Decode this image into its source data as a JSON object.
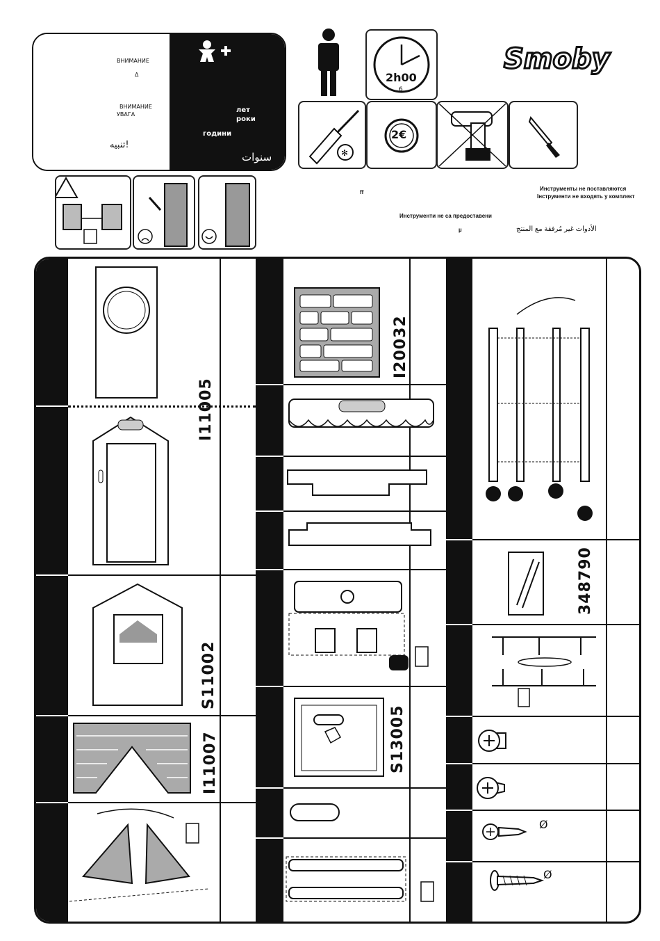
{
  "warning": {
    "left": {
      "line1": "ВНИМАНИЕ",
      "line2": "Δ",
      "line3": "ВНИМАНИЕ",
      "line4": "УВАГА",
      "arabic": "تنبيه!"
    },
    "right": {
      "age_icon": "child-plus-icon",
      "line1": "лет",
      "line2": "роки",
      "line3": "години",
      "arabic": "سنوات"
    }
  },
  "time": {
    "label": "2h00",
    "sub": "6"
  },
  "coin": {
    "label": "2€"
  },
  "brand": {
    "name": "Smoby"
  },
  "tools_notes": {
    "ff": "ff",
    "ru1": "Инструменты не поставляются",
    "ru2": "Інструменти не входять у комплект",
    "bg": "Инструменти не са предоставени",
    "mu": "µ",
    "ar": "الأدوات غير مُرفقة مع المنتج"
  },
  "parts": {
    "col1_code_a": "I11005",
    "col1_code_b": "S11002",
    "col1_code_c": "I11007",
    "col2_code_a": "I20032",
    "col2_code_b": "S13005",
    "col3_code_a": "348790",
    "screw_symbol_1": "Ø",
    "screw_symbol_2": "Ø"
  },
  "colors": {
    "ink": "#111111",
    "panel_gray": "#9a9a9a",
    "light_gray": "#d9d9d9"
  }
}
